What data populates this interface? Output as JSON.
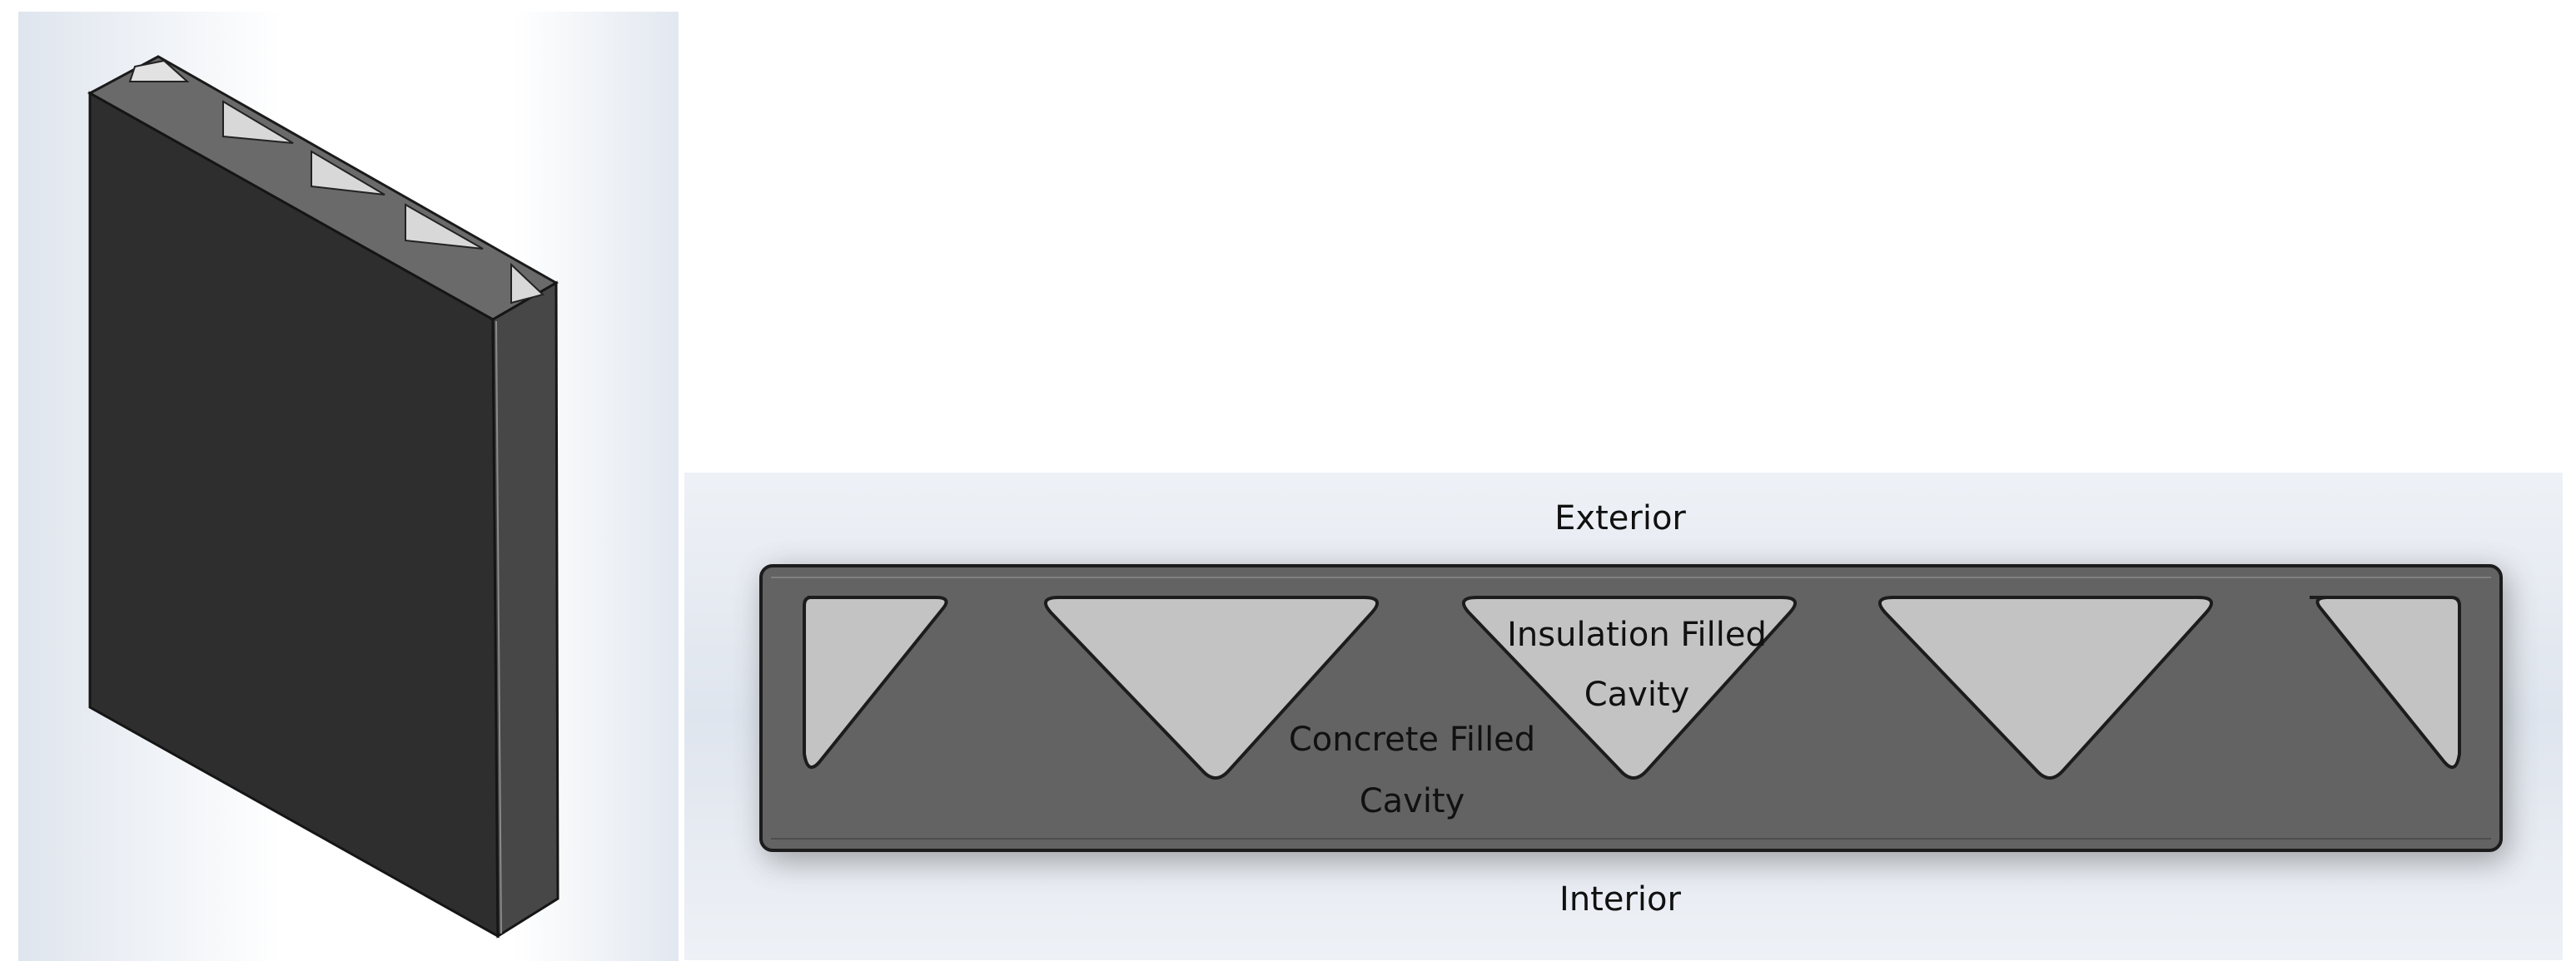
{
  "labels": {
    "exterior": "Exterior",
    "interior": "Interior",
    "insulation_line1": "Insulation Filled",
    "insulation_line2": "Cavity",
    "concrete_line1": "Concrete Filled",
    "concrete_line2": "Cavity"
  },
  "colors": {
    "wall_front": "#2e2e2e",
    "wall_side": "#474747",
    "wall_top": "#6a6a6a",
    "section_body": "#636363",
    "cavity": "#c3c3c3",
    "background_tint": "#e4e9f1"
  },
  "iso_view": {
    "cavity_count": 5
  },
  "section_view": {
    "cavity_count": 5
  }
}
